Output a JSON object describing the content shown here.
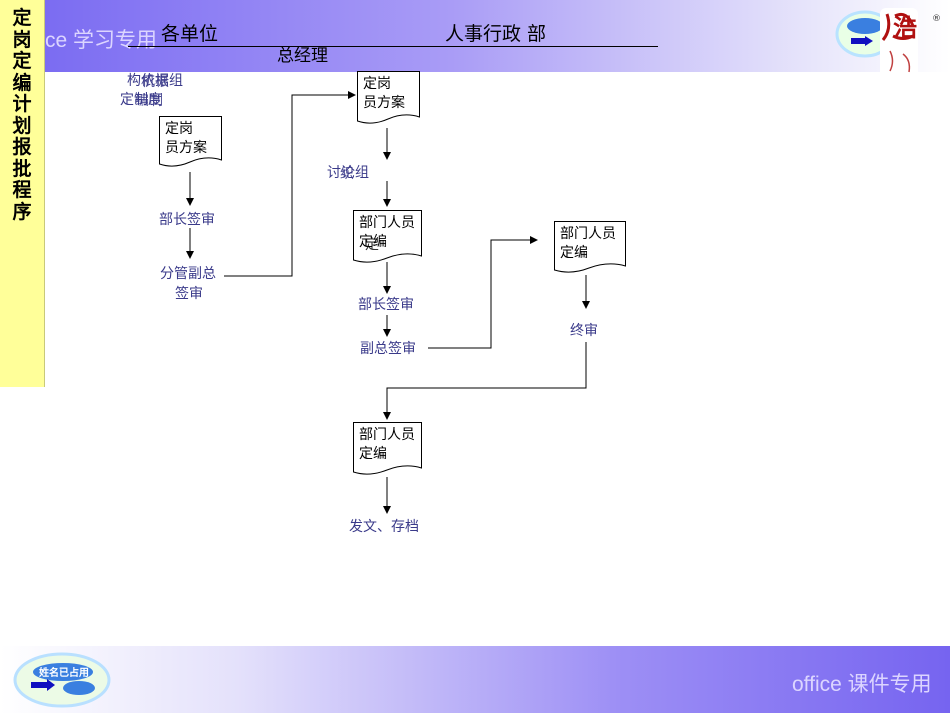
{
  "side_title": "定岗定编计划报批程序",
  "watermark_top": "ce 学习专用",
  "watermark_bottom": "office 课件专用",
  "headers": {
    "units": "各单位",
    "gm": "总经理",
    "hr": "人事行政 部"
  },
  "labels": {
    "overlap_line1": "构依据组",
    "overlap_line1b": "机根",
    "overlap_line2": "定制度",
    "overlap_line2b": "编制",
    "unit_doc": [
      "定岗",
      "员方案"
    ],
    "unit_step1": "部长签审",
    "unit_step2": [
      "分管副总",
      "签审"
    ],
    "hr_doc1": [
      "定岗",
      "员方案"
    ],
    "hr_discuss": "讨论组",
    "hr_discuss_b": "织",
    "hr_doc2": [
      "部门人员",
      "定编"
    ],
    "hr_doc2_b": "定",
    "hr_step1": "部长签审",
    "hr_step2": "副总签审",
    "gm_doc": [
      "部门人员",
      "定编"
    ],
    "gm_final": "终审",
    "final_doc": [
      "部门人员",
      "定编"
    ],
    "final_step": "发文、存档"
  },
  "logo_text": {
    "badge": "姓名已占用",
    "seal": "浩",
    "registered": "®"
  },
  "colors": {
    "side_panel": "#ffff99",
    "band": "#7b6cf2",
    "label": "#3a3a8a",
    "arrow": "#000000"
  }
}
